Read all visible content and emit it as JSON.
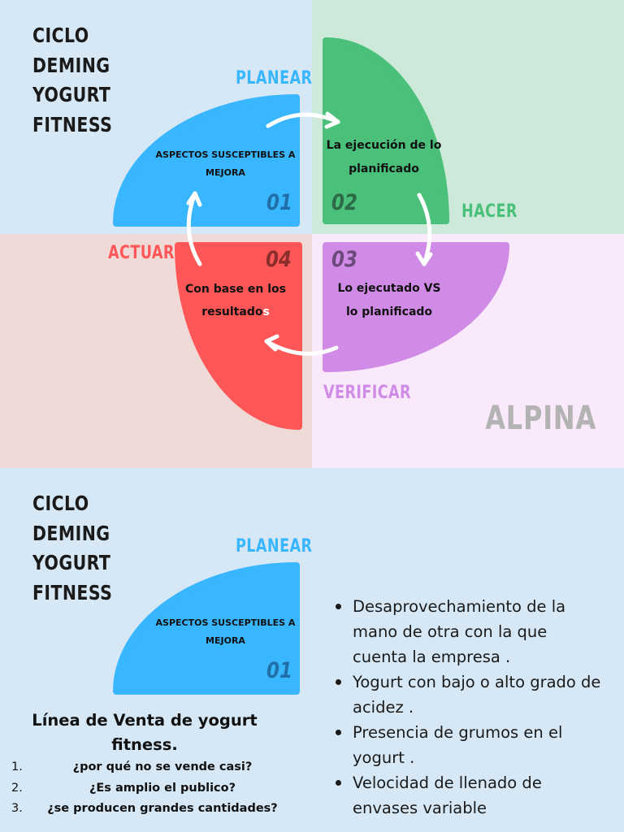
{
  "top_diagram": {
    "title_lines": [
      "CICLO",
      "DEMING",
      "YOGURT",
      "FITNESS"
    ],
    "quadrants": [
      {
        "id": "planear",
        "stage": "PLANEAR",
        "number": "01",
        "text_lines": [
          "ASPECTOS SUSCEPTIBLES A",
          "MEJORA"
        ],
        "color": "#38b6ff"
      },
      {
        "id": "hacer",
        "stage": "HACER",
        "number": "02",
        "text_lines": [
          "La ejecución de lo",
          "planificado"
        ],
        "color": "#4ac07a"
      },
      {
        "id": "verificar",
        "stage": "VERIFICAR",
        "number": "03",
        "text_lines": [
          "Lo ejecutado VS",
          "lo planificado"
        ],
        "color": "#d08be6"
      },
      {
        "id": "actuar",
        "stage": "ACTUAR",
        "number": "04",
        "text_lines": [
          "Con base en los",
          "resultado"
        ],
        "text_tail": "s",
        "color": "#ff5757"
      }
    ],
    "brand": "ALPINA"
  },
  "bottom_section": {
    "title_lines": [
      "CICLO",
      "DEMING",
      "YOGURT",
      "FITNESS"
    ],
    "stage": "PLANEAR",
    "number": "01",
    "text_lines": [
      "ASPECTOS SUSCEPTIBLES A",
      "MEJORA"
    ],
    "heading_lines": [
      "Línea de Venta de yogurt",
      "fitness."
    ],
    "questions": [
      {
        "n": "1.",
        "text": "¿por qué no se vende casi?"
      },
      {
        "n": "2.",
        "text": "¿Es amplio el publico?"
      },
      {
        "n": "3.",
        "text": "¿se producen grandes cantidades?"
      }
    ],
    "bullets": [
      " Desaprovechamiento de la mano de otra con la que cuenta la empresa .",
      "Yogurt con bajo o alto grado de acidez .",
      " Presencia de grumos en el yogurt .",
      "Velocidad de llenado de envases variable"
    ]
  },
  "colors": {
    "bg_planear": "#d6e8f6",
    "bg_hacer": "#cde9d9",
    "bg_actuar": "#f0dad7",
    "bg_verificar": "#f9e9fb",
    "planear": "#38b6ff",
    "hacer": "#4ac07a",
    "verificar": "#d08be6",
    "actuar": "#ff5757",
    "brand": "#b3b3b3"
  }
}
